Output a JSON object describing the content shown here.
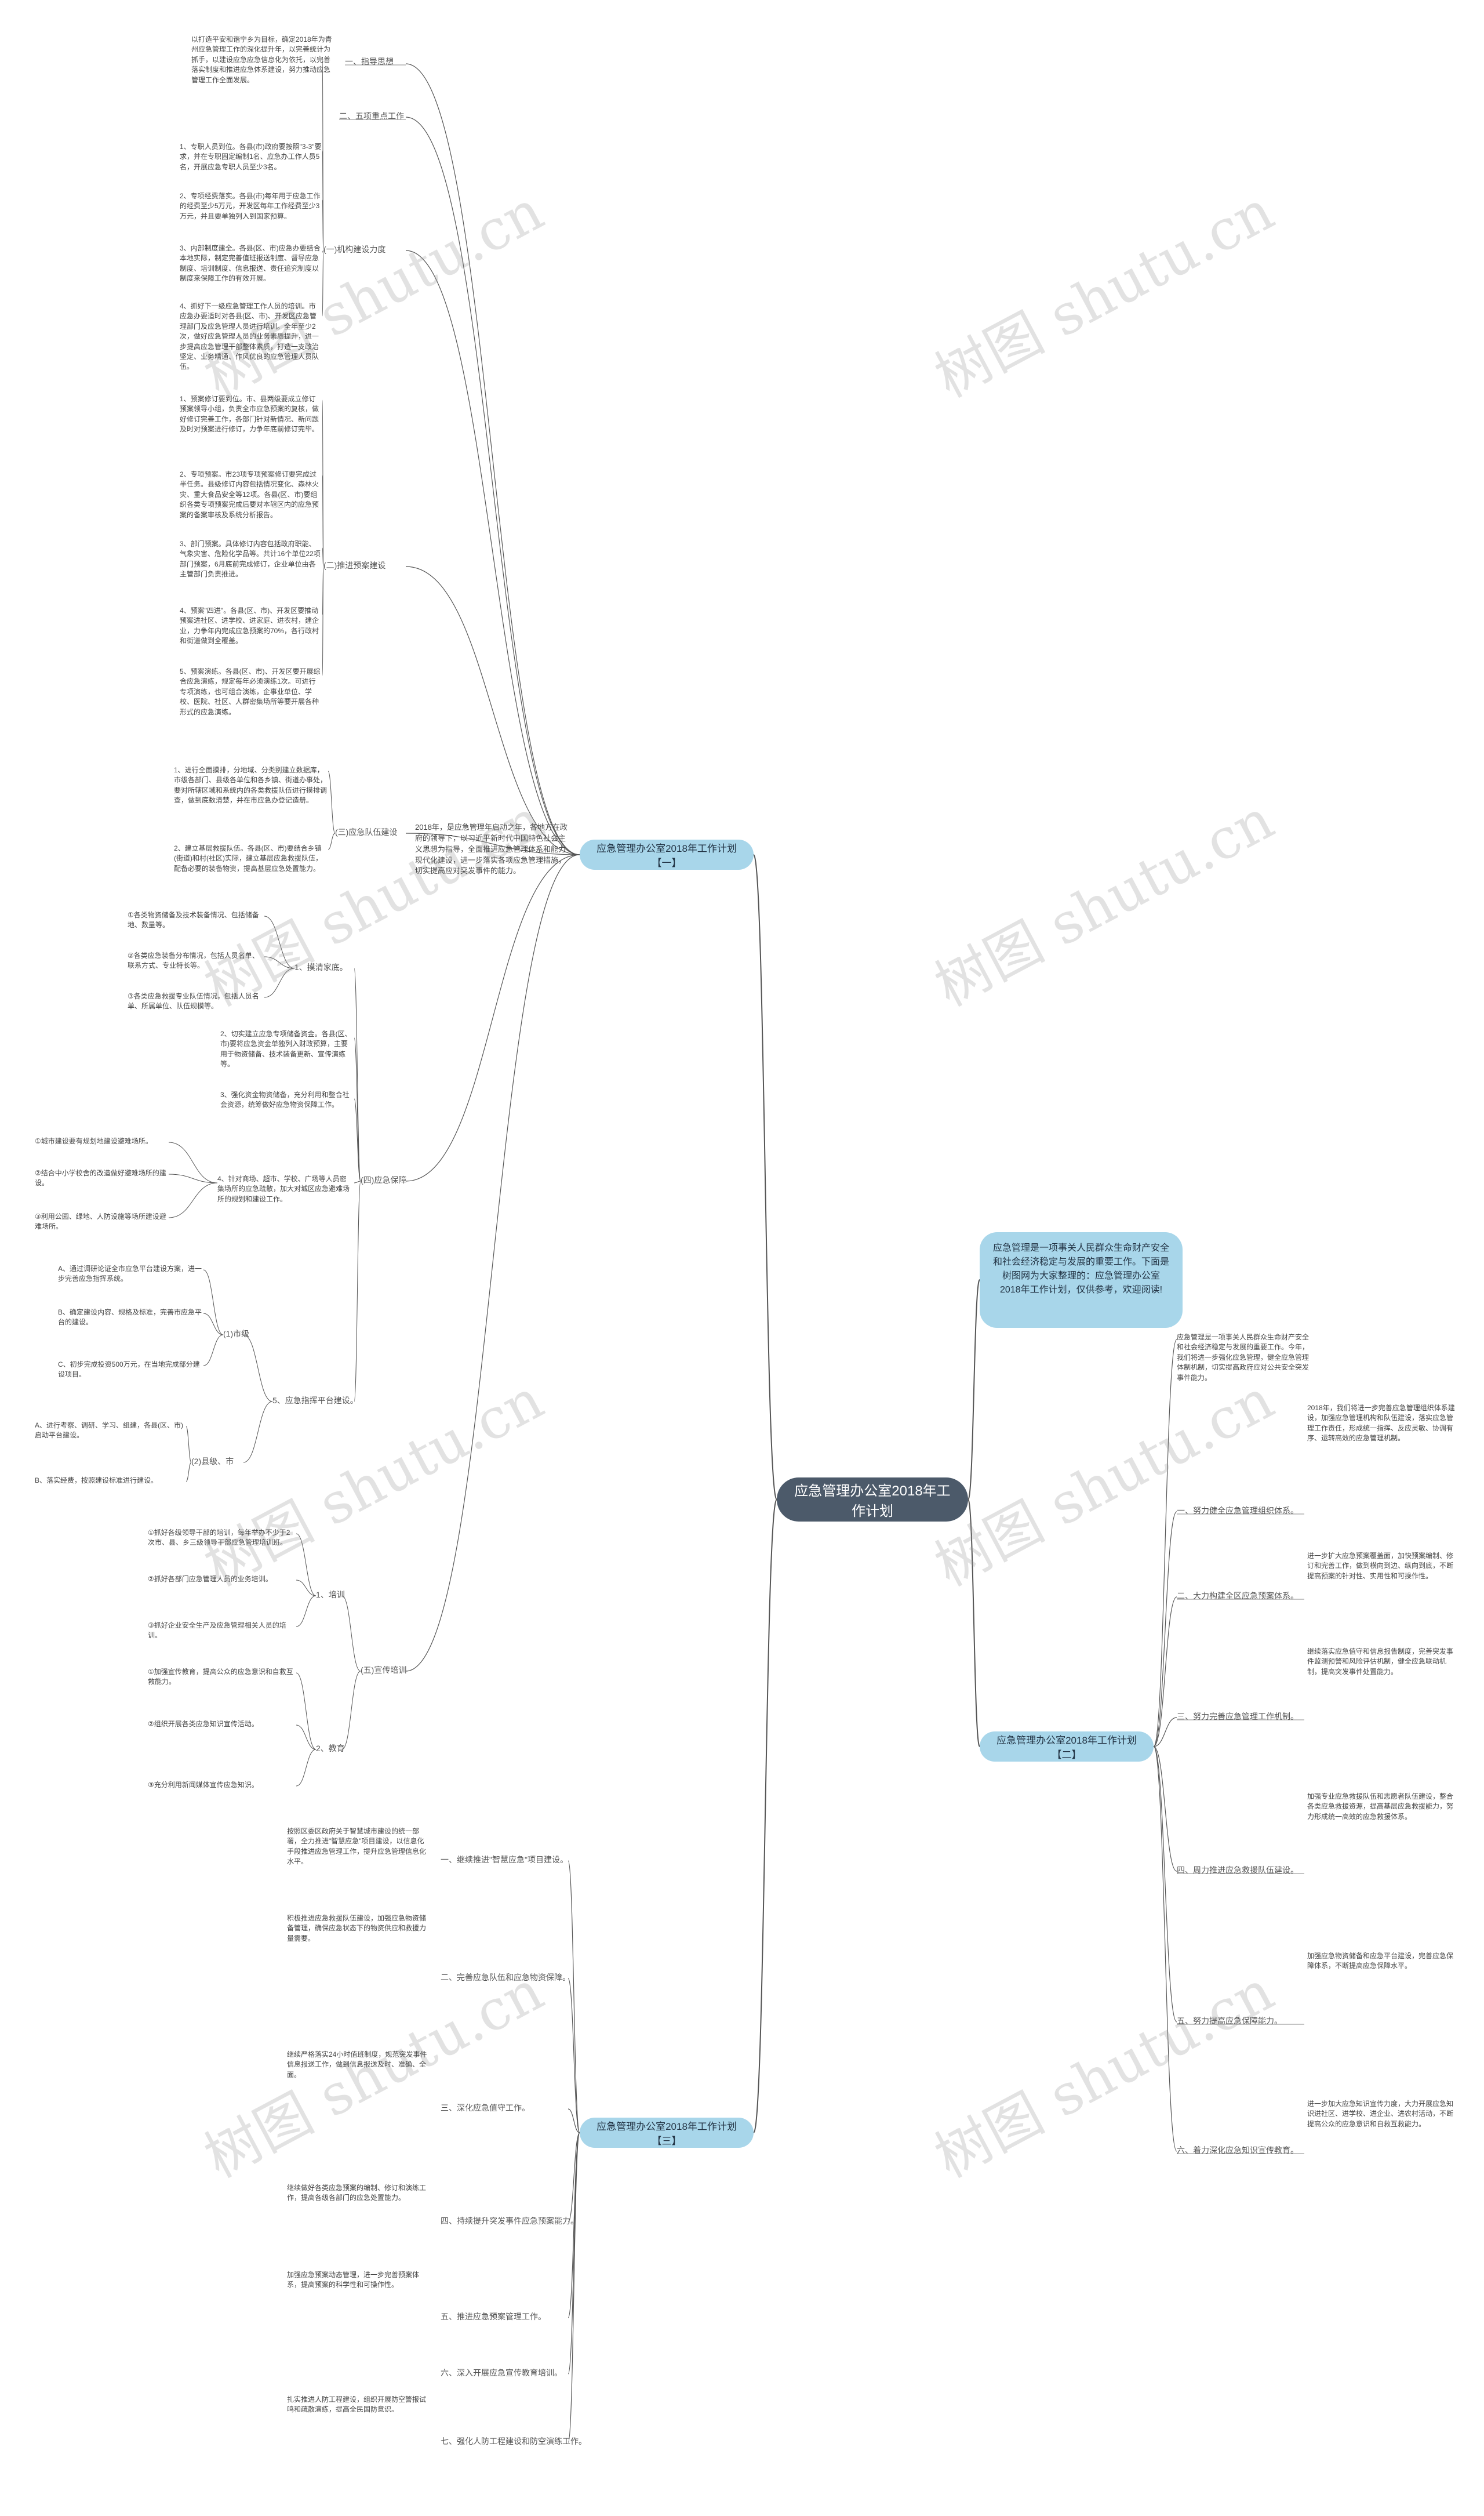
{
  "root": {
    "title": "应急管理办公室2018年工作计划"
  },
  "intro": {
    "text": "应急管理是一项事关人民群众生命财产安全和社会经济稳定与发展的重要工作。下面是树图网为大家整理的：应急管理办公室2018年工作计划，仅供参考，欢迎阅读!"
  },
  "branches": {
    "b1": "应急管理办公室2018年工作计划【一】",
    "b2": "应急管理办公室2018年工作计划【二】",
    "b3": "应急管理办公室2018年工作计划【三】"
  },
  "b1": {
    "intro": "2018年，是应急管理年启动之年，各地方在政府的领导下，以习近平新时代中国特色社会主义思想为指导，全面推进应急管理体系和能力现代化建设，进一步落实各项应急管理措施，切实提高应对突发事件的能力。",
    "guiding": "一、指导思想",
    "guiding_text": "以打造平安和谐宁乡为目标，确定2018年为青州应急管理工作的深化提升年，以完善统计为抓手，以建设应急应急信息化为依托，以完善落实制度和推进应急体系建设，努力推动应急管理工作全面发展。",
    "focus": "二、五项重点工作",
    "org_head": "(一)机构建设力度",
    "org": [
      "1、专职人员到位。各县(市)政府要按照\"3-3\"要求，并在专职固定编制1名、应急办工作人员5名，开展应急专职人员至少3名。",
      "2、专项经费落实。各县(市)每年用于应急工作的经费至少5万元，开发区每年工作经费至少3万元，并且要单独列入到国家预算。",
      "3、内部制度建全。各县(区、市)应急办要结合本地实际，制定完善值班报送制度、督导应急制度、培训制度、信息报送、责任追究制度以制度来保障工作的有效开展。",
      "4、抓好下一级应急管理工作人员的培训。市应急办要适时对各县(区、市)、开发区应急管理部门及应急管理人员进行培训。全年至少2次，做好应急管理人员的业务素质提升，进一步提高应急管理干部整体素质，打造一支政治坚定、业务精通、作风优良的应急管理人员队伍。"
    ],
    "plan_head": "(二)推进预案建设",
    "plan": [
      "1、预案修订要到位。市、县两级要成立修订预案领导小组，负责全市应急预案的复核，做好修订完善工作，各部门针对新情况、新问题及时对预案进行修订，力争年底前修订完毕。",
      "2、专项预案。市23项专项预案修订要完成过半任务。县级修订内容包括情况变化、森林火灾、重大食品安全等12项。各县(区、市)要组织各类专项预案完成后要对本辖区内的应急预案的备案审核及系统分析报告。",
      "3、部门预案。具体修订内容包括政府职能、气象灾害、危险化学品等。共计16个单位22项部门预案，6月底前完成修订，企业单位由各主管部门负责推进。",
      "4、预案\"四进\"。各县(区、市)、开发区要推动预案进社区、进学校、进家庭、进农村，建企业，力争年内完成应急预案的70%，各行政村和街道做到全覆盖。",
      "5、预案演练。各县(区、市)、开发区要开展综合应急演练，规定每年必须演练1次。可进行专项演练，也可组合演练，企事业单位、学校、医院、社区、人群密集场所等要开展各种形式的应急演练。"
    ],
    "team_head": "(三)应急队伍建设",
    "team": [
      "1、进行全面摸排，分地域、分类别建立数据库，市级各部门、县级各单位和各乡镇、街道办事处，要对所辖区域和系统内的各类救援队伍进行摸排调查，做到底数清楚，并在市应急办登记造册。",
      "2、建立基层救援队伍。各县(区、市)要结合乡镇(街道)和村(社区)实际，建立基层应急救援队伍，配备必要的装备物资，提高基层应急处置能力。"
    ],
    "guarantee_head": "(四)应急保障",
    "g1_head": "1、摸清家底。",
    "g1": [
      "①各类物资储备及技术装备情况、包括储备地、数量等。",
      "②各类应急装备分布情况，包括人员名单、联系方式、专业特长等。",
      "③各类应急救援专业队伍情况，包括人员名单、所属单位、队伍规模等。"
    ],
    "g2": "2、切实建立应急专项储备资金。各县(区、市)要将应急资金单独列入财政预算，主要用于物资储备、技术装备更新、宣传演练等。",
    "g3": "3、强化资金物资储备，充分利用和整合社会资源，统筹做好应急物资保障工作。",
    "g4_head": "4、针对商场、超市、学校、广场等人员密集场所的应急疏散，加大对城区应急避难场所的规划和建设工作。",
    "g4": [
      "①城市建设要有规划地建设避难场所。",
      "②结合中小学校舍的改造做好避难场所的建设。",
      "③利用公园、绿地、人防设施等场所建设避难场所。"
    ],
    "g5_head": "5、应急指挥平台建设。",
    "g5a_head": "(1)市级",
    "g5a": [
      "A、通过调研论证全市应急平台建设方案，进一步完善应急指挥系统。",
      "B、确定建设内容、规格及标准，完善市应急平台的建设。",
      "C、初步完成投资500万元，在当地完成部分建设项目。"
    ],
    "g5b_head": "(2)县级、市",
    "g5b": [
      "A、进行考察、调研、学习、组建，各县(区、市)启动平台建设。",
      "B、落实经费，按照建设标准进行建设。"
    ],
    "train_head": "(五)宣传培训",
    "t1_head": "1、培训",
    "t1": [
      "①抓好各级领导干部的培训，每年举办不少于2次市、县、乡三级领导干部应急管理培训班。",
      "②抓好各部门应急管理人员的业务培训。",
      "③抓好企业安全生产及应急管理相关人员的培训。"
    ],
    "t2_head": "2、教育",
    "t2": [
      "①加强宣传教育，提高公众的应急意识和自救互救能力。",
      "②组织开展各类应急知识宣传活动。",
      "③充分利用新闻媒体宣传应急知识。"
    ]
  },
  "b2": {
    "intro": "应急管理是一项事关人民群众生命财产安全和社会经济稳定与发展的重要工作。今年，我们将进一步强化应急管理，健全应急管理体制机制，切实提高政府应对公共安全突发事件能力。",
    "items": [
      {
        "head": "一、努力健全应急管理组织体系。",
        "text": "2018年，我们将进一步完善应急管理组织体系建设，加强应急管理机构和队伍建设，落实应急管理工作责任，形成统一指挥、反应灵敏、协调有序、运转高效的应急管理机制。"
      },
      {
        "head": "二、大力构建全区应急预案体系。",
        "text": "进一步扩大应急预案覆盖面，加快预案编制、修订和完善工作，做到横向到边、纵向到底，不断提高预案的针对性、实用性和可操作性。"
      },
      {
        "head": "三、努力完善应急管理工作机制。",
        "text": "继续落实应急值守和信息报告制度，完善突发事件监测预警和风险评估机制，健全应急联动机制，提高突发事件处置能力。"
      },
      {
        "head": "四、周力推进应急救援队伍建设。",
        "text": "加强专业应急救援队伍和志愿者队伍建设，整合各类应急救援资源，提高基层应急救援能力，努力形成统一高效的应急救援体系。"
      },
      {
        "head": "五、努力提高应急保障能力。",
        "text": "加强应急物资储备和应急平台建设，完善应急保障体系，不断提高应急保障水平。"
      },
      {
        "head": "六、着力深化应急知识宣传教育。",
        "text": "进一步加大应急知识宣传力度，大力开展应急知识进社区、进学校、进企业、进农村活动，不断提高公众的应急意识和自救互救能力。"
      }
    ]
  },
  "b3": {
    "items": [
      {
        "head": "一、继续推进\"智慧应急\"项目建设。",
        "text": "按照区委区政府关于智慧城市建设的统一部署，全力推进\"智慧应急\"项目建设，以信息化手段推进应急管理工作，提升应急管理信息化水平。"
      },
      {
        "head": "二、完善应急队伍和应急物资保障。",
        "text": "积极推进应急救援队伍建设，加强应急物资储备管理，确保应急状态下的物资供应和救援力量需要。"
      },
      {
        "head": "三、深化应急值守工作。",
        "text": "继续严格落实24小时值班制度，规范突发事件信息报送工作，做到信息报送及时、准确、全面。"
      },
      {
        "head": "四、持续提升突发事件应急预案能力。",
        "text": "继续做好各类应急预案的编制、修订和演练工作，提高各级各部门的应急处置能力。"
      },
      {
        "head": "五、推进应急预案管理工作。",
        "text": "加强应急预案动态管理，进一步完善预案体系，提高预案的科学性和可操作性。"
      },
      {
        "head": "六、深入开展应急宣传教育培训。",
        "text": ""
      },
      {
        "head": "七、强化人防工程建设和防空演练工作。",
        "text": "扎实推进人防工程建设，组织开展防空警报试鸣和疏散演练，提高全民国防意识。"
      }
    ]
  },
  "watermark": "树图 shutu.cn",
  "colors": {
    "root": "#4c5a6a",
    "branch": "#a8d6ea",
    "line": "#555555",
    "underline": "#888888"
  }
}
